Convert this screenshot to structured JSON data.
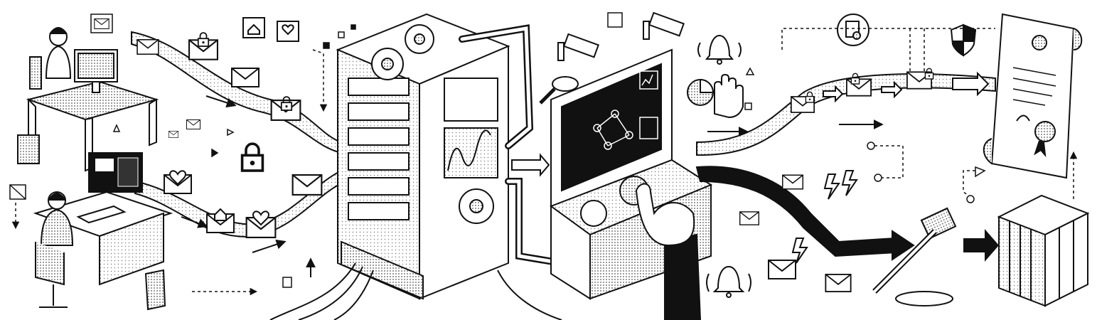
{
  "illustration": {
    "style": "isometric line art, black and white with stipple shading",
    "ink_color": "#111111",
    "paper_color": "#ffffff",
    "shade_color": "#bdbdbd",
    "icons": [
      "person-at-desk",
      "computer-monitor",
      "envelope-icon",
      "locked-envelope-icon",
      "heart-icon",
      "house-icon",
      "padlock-icon",
      "server-tower",
      "gear-icon",
      "pipe",
      "security-camera-icon",
      "magnifier-icon",
      "bell-icon",
      "pie-chart-icon",
      "hand-stop-icon",
      "control-panel",
      "network-graph-screen",
      "pressing-hand",
      "certificate-badge-icon",
      "shield-icon",
      "signed-document-scroll",
      "broken-envelope-icon",
      "lightning-icon",
      "gavel-icon",
      "jail-cage",
      "arrow-icon"
    ]
  }
}
